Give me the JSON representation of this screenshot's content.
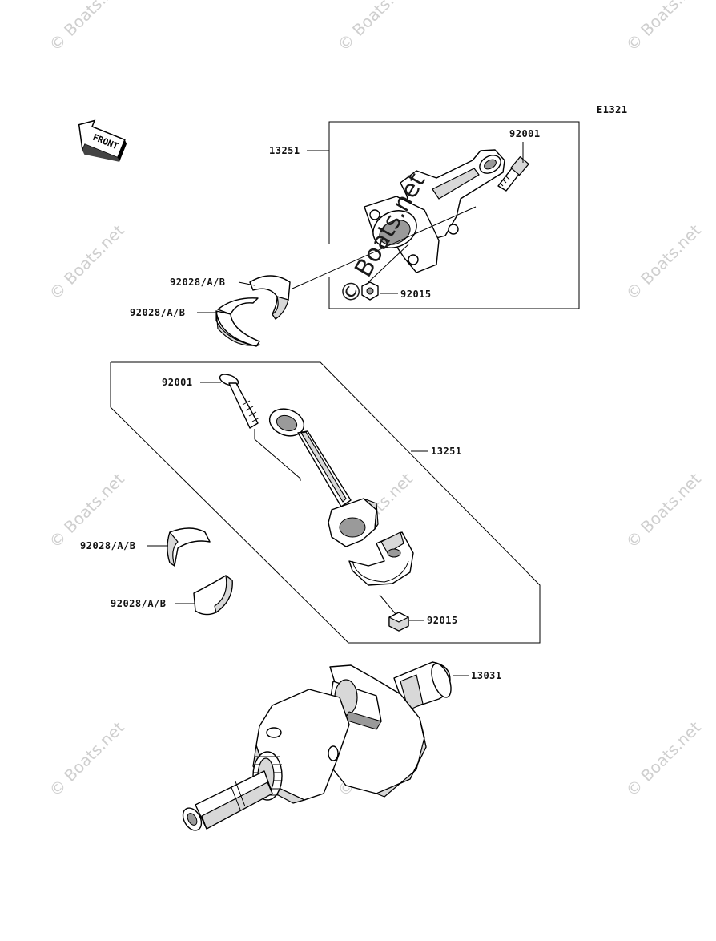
{
  "diagram_code": "E1321",
  "front_label": "FRONT",
  "watermark_text": "Boats.net",
  "center_watermark": "© Boats.net",
  "labels": {
    "rod_assy_upper": "13251",
    "bolt_upper": "92001",
    "nut_upper": "92015",
    "bearing_upper_1": "92028/A/B",
    "bearing_upper_2": "92028/A/B",
    "bolt_lower": "92001",
    "rod_assy_lower": "13251",
    "bearing_lower_1": "92028/A/B",
    "bearing_lower_2": "92028/A/B",
    "nut_lower": "92015",
    "crankshaft": "13031"
  }
}
